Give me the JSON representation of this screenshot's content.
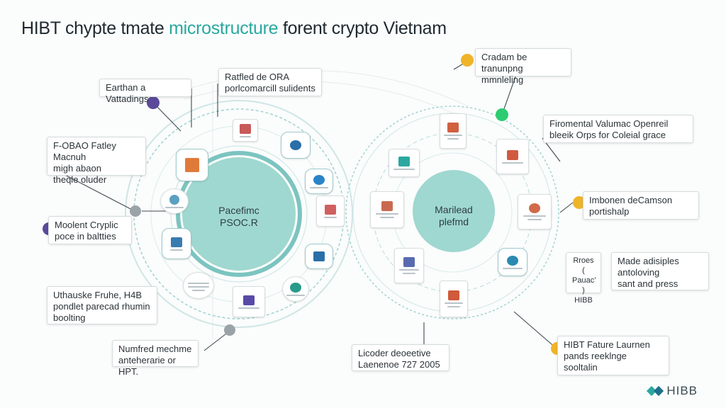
{
  "title": {
    "part1": "HIBT chypte tmate ",
    "highlight": "microstructure",
    "part2": " forent crypto Vietnam"
  },
  "colors": {
    "accent": "#2aa8a0",
    "ring": "#9fd3d1",
    "hub": "#9fd8d0",
    "purple": "#5b4a9b",
    "green": "#2ecc71",
    "amber": "#f0b429",
    "gray": "#9aa3a8"
  },
  "hubs": {
    "left": "Pacefimc\nPSOC.R",
    "right": "Marilead\nplefmd"
  },
  "callouts": {
    "earthan": "Earthan a Vattadings",
    "rattled": "Ratfled de ORA\nporlcomarcill sulidents",
    "fobao": "F-OBAO Fatley Macnuh\nmigh abaon\ntheqle oluder",
    "modest": "Moolent Cryplic\npoce in baltties",
    "uthauske": "Uthauske Fruhe, H4B\npondlet parecad rhumin\nboolting",
    "numfed": "Numfred mechme\nanteherarie or HPT.",
    "cradam": "Cradam be tranunpng\nmmnleling",
    "firomental": "Firomental Valumac Openreil\nbleeik Orps for Coleial grace",
    "imbonen": "Imbonen deCamson\nportishalp",
    "rroos": "Rroes\n( Pauac’ )\nHIBB",
    "made": "Made adisiples\nantoloving\nsant and press",
    "hibt": "HIBT Fature Laurnen\npands reeklnge\nsooltalin",
    "licoder": "Licoder deoeetive\nLaenenoe 727 2005"
  },
  "logo": {
    "text": "HIBB"
  },
  "icons": [
    "document-icon",
    "shield-icon",
    "puzzle-icon",
    "gear-icon",
    "globe-icon",
    "lock-icon",
    "chart-icon",
    "network-icon",
    "clipboard-icon",
    "database-icon",
    "building-icon",
    "wallet-icon",
    "bitcoin-icon",
    "scale-icon",
    "token-icon",
    "server-icon",
    "exchange-icon",
    "tag-icon",
    "shield-check-icon",
    "ledger-icon"
  ]
}
